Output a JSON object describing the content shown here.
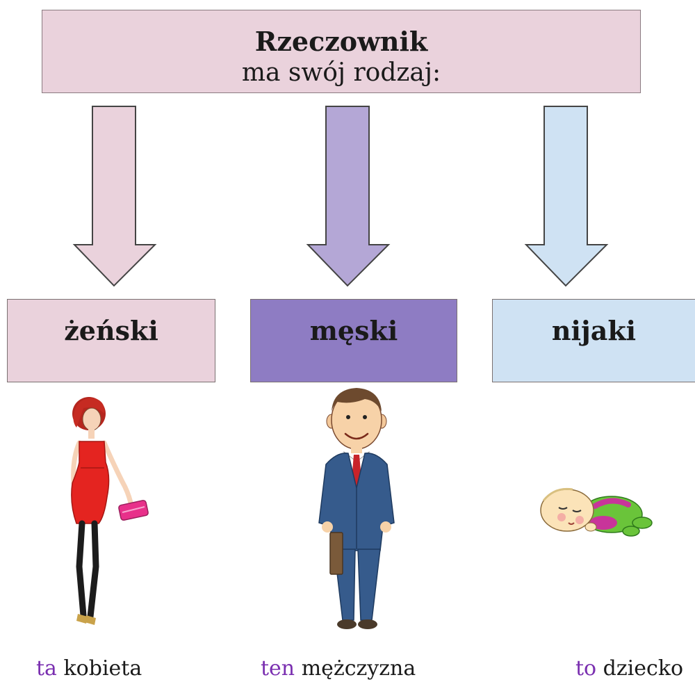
{
  "title": {
    "main": "Rzeczownik",
    "sub": "ma swój rodzaj:"
  },
  "categories": [
    {
      "label": "żeński",
      "color": "#ead2dc",
      "arrow_color": "#ead2dc"
    },
    {
      "label": "męski",
      "color": "#8e7cc3",
      "arrow_color": "#b4a7d6"
    },
    {
      "label": "nijaki",
      "color": "#cfe2f3",
      "arrow_color": "#cfe2f3"
    }
  ],
  "examples": [
    {
      "article": "ta",
      "noun": "kobieta",
      "icon": "woman-in-red-dress-icon"
    },
    {
      "article": "ten",
      "noun": "mężczyzna",
      "icon": "man-in-suit-icon"
    },
    {
      "article": "to",
      "noun": "dziecko",
      "icon": "sleeping-baby-icon"
    }
  ],
  "colors": {
    "article": "#7a2fb0",
    "text": "#1a1a1a"
  }
}
